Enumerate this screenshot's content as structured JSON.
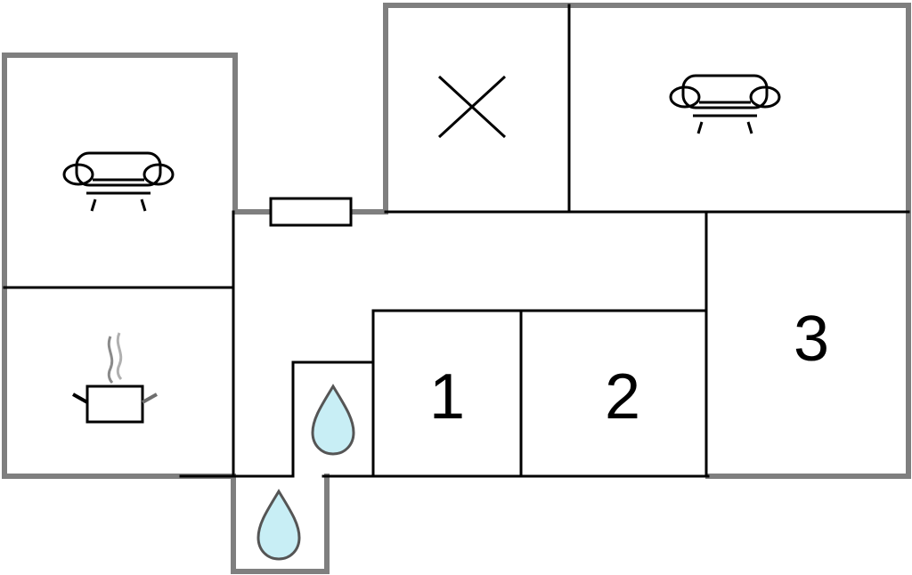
{
  "floorplan": {
    "rooms": [
      {
        "id": "living-left",
        "icon": "sofa-icon"
      },
      {
        "id": "kitchen",
        "icon": "cooking-pot-icon"
      },
      {
        "id": "room-x",
        "icon": "cross-icon"
      },
      {
        "id": "living-top-right",
        "icon": "sofa-icon"
      },
      {
        "id": "bathroom-small",
        "icon": "water-drop-icon"
      },
      {
        "id": "bathroom-annex",
        "icon": "water-drop-icon"
      },
      {
        "id": "bedroom-1",
        "label": "1"
      },
      {
        "id": "bedroom-2",
        "label": "2"
      },
      {
        "id": "bedroom-3",
        "label": "3"
      }
    ],
    "entrance": {
      "icon": "door-icon"
    }
  },
  "colors": {
    "outer_wall": "#7f7f7f",
    "inner_wall": "#000000",
    "water": "#c8eef5",
    "background": "#ffffff"
  }
}
